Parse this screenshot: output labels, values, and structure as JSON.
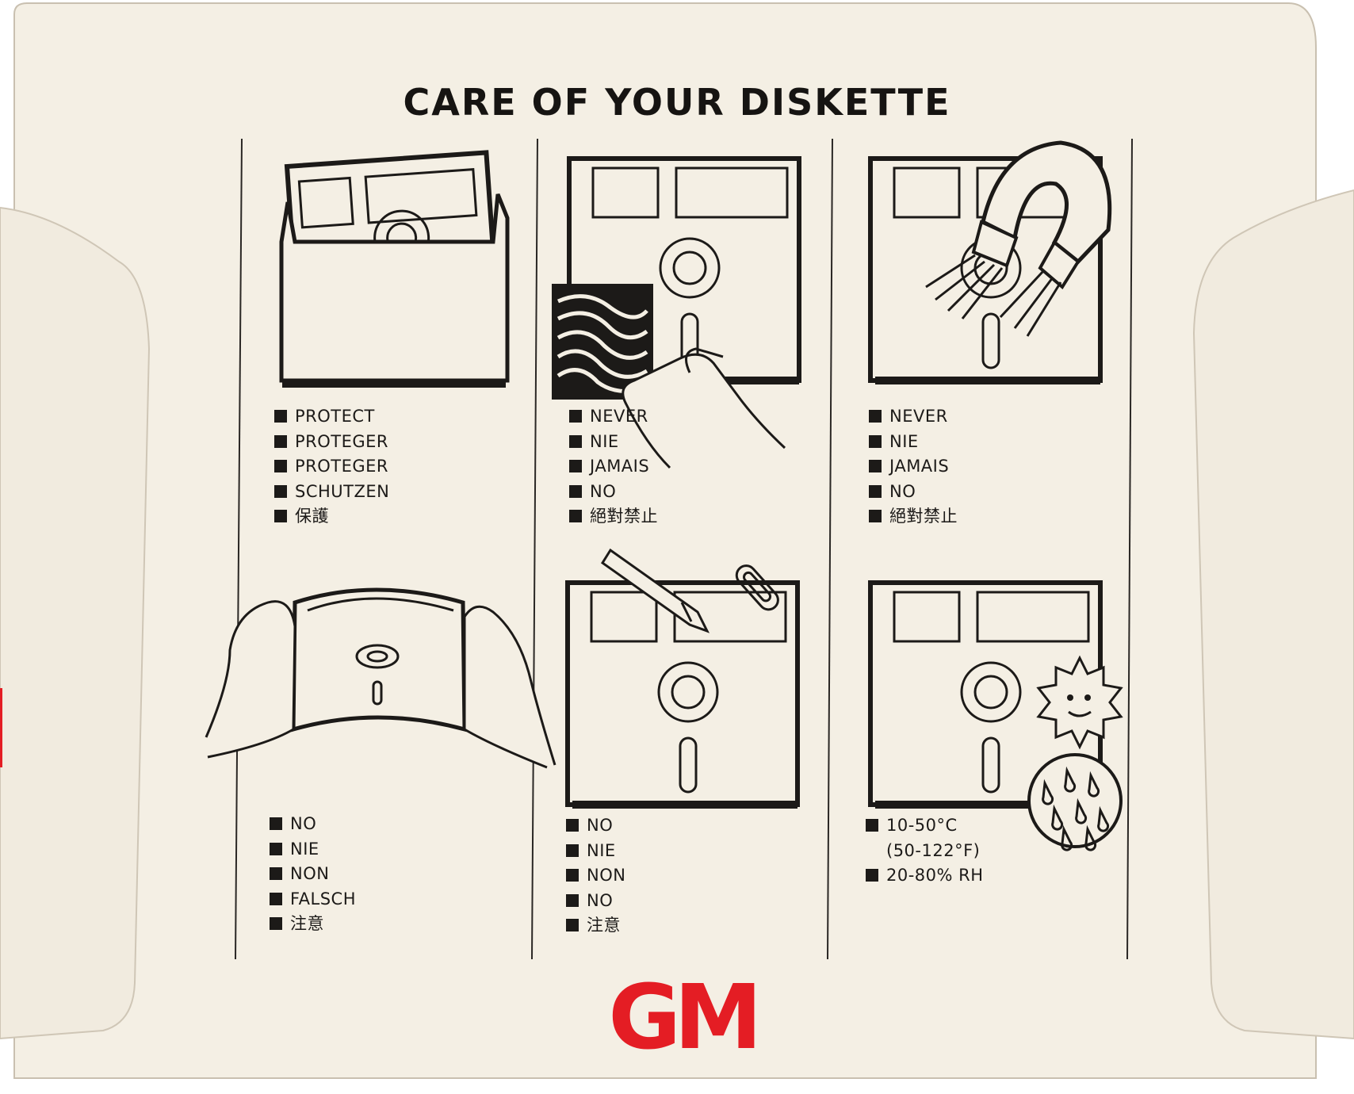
{
  "title": "CARE OF YOUR DISKETTE",
  "panels": [
    {
      "id": "protect",
      "items": [
        "PROTECT",
        "PROTEGER",
        "PROTEGER",
        "SCHUTZEN",
        "保護"
      ]
    },
    {
      "id": "fingers",
      "items": [
        "NEVER",
        "NIE",
        "JAMAIS",
        "NO",
        "絕對禁止"
      ]
    },
    {
      "id": "magnet",
      "items": [
        "NEVER",
        "NIE",
        "JAMAIS",
        "NO",
        "絕對禁止"
      ]
    },
    {
      "id": "bend",
      "items": [
        "NO",
        "NIE",
        "NON",
        "FALSCH",
        "注意"
      ]
    },
    {
      "id": "pencil",
      "items": [
        "NO",
        "NIE",
        "NON",
        "NO",
        "注意"
      ]
    },
    {
      "id": "climate",
      "items": [
        {
          "text": "10-50°C",
          "bullet": true
        },
        {
          "text": "(50-122°F)",
          "bullet": false
        },
        {
          "text": "20-80% RH",
          "bullet": true
        }
      ]
    }
  ],
  "logo": "GM",
  "icons": [
    "diskette-icon",
    "sleeve-icon",
    "hand-icon",
    "wood-surface-icon",
    "magnet-icon",
    "pencil-icon",
    "paper-clip-icon",
    "sun-icon",
    "rain-drops-icon"
  ],
  "colors": {
    "paper": "#f4efe4",
    "ink": "#1c1a18",
    "logo": "#e41d24",
    "flap": "#f1ebdf"
  }
}
